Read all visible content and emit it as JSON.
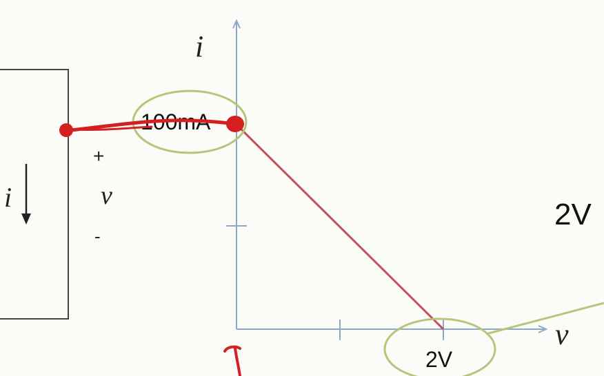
{
  "circuit": {
    "current_label": "i",
    "plus_sign": "+",
    "voltage_label": "v",
    "minus_sign": "-"
  },
  "graph": {
    "y_axis_label": "i",
    "x_axis_label": "v",
    "y_intercept_label": "100mA",
    "x_intercept_label": "2V"
  },
  "annotation": {
    "side_label": "2V"
  },
  "colors": {
    "axis": "#8fa6c8",
    "line": "#c0505a",
    "ink_red": "#d42020",
    "ellipse": "#b8c47a",
    "box": "#444444"
  },
  "chart_data": {
    "type": "line",
    "title": "",
    "xlabel": "v",
    "ylabel": "i",
    "series": [
      {
        "x": [
          "0 V",
          "2V"
        ],
        "y": [
          "100mA",
          "0 mA"
        ]
      }
    ]
  }
}
